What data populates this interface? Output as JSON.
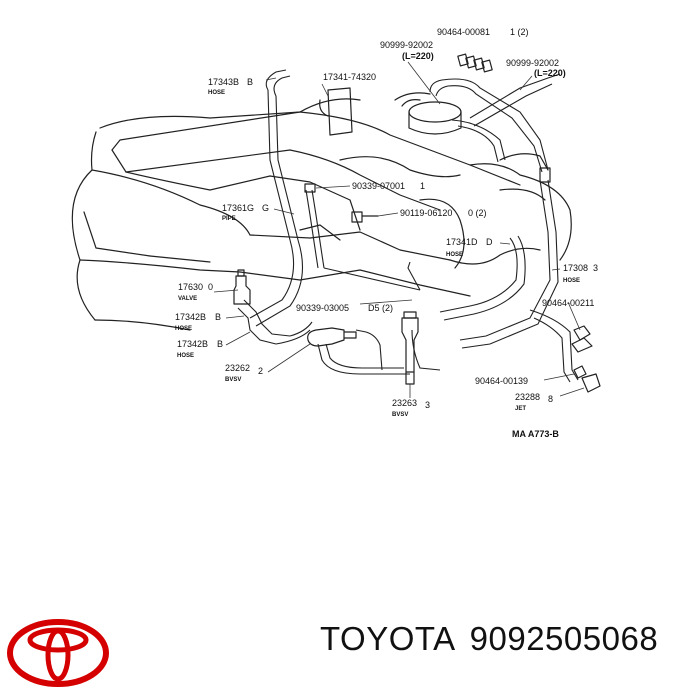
{
  "diagram": {
    "callouts": [
      {
        "code": "90464-00081",
        "qty": "1 (2)"
      },
      {
        "code": "90999-92002",
        "note": "(L=220)"
      },
      {
        "code": "90999-92002",
        "note": "(L=220)"
      },
      {
        "code": "17343B",
        "suffix": "B",
        "name": "HOSE"
      },
      {
        "code": "17341-74320"
      },
      {
        "code": "90339-07001",
        "qty": "1"
      },
      {
        "code": "17361G",
        "suffix": "G",
        "name": "PIPE"
      },
      {
        "code": "90119-06120",
        "qty": "0 (2)"
      },
      {
        "code": "17341D",
        "suffix": "D",
        "name": "HOSE"
      },
      {
        "code": "17630",
        "suffix": "0",
        "name": "VALVE"
      },
      {
        "code": "17308",
        "suffix": "3",
        "name": "HOSE"
      },
      {
        "code": "90464-00211"
      },
      {
        "code": "17342B",
        "suffix": "B",
        "name": "HOSE"
      },
      {
        "code": "90339-03005"
      },
      {
        "code": "D5 (2)"
      },
      {
        "code": "17342B",
        "suffix": "B",
        "name": "HOSE"
      },
      {
        "code": "23262",
        "suffix": "2",
        "name": "BVSV"
      },
      {
        "code": "90464-00139"
      },
      {
        "code": "23288",
        "suffix": "8",
        "name": "JET"
      },
      {
        "code": "23263",
        "suffix": "3",
        "name": "BVSV"
      }
    ],
    "figure_ref": "MA  A773-B"
  },
  "brand": {
    "name": "TOYOTA",
    "part_number": "9092505068",
    "logo_color": "#d50000"
  }
}
